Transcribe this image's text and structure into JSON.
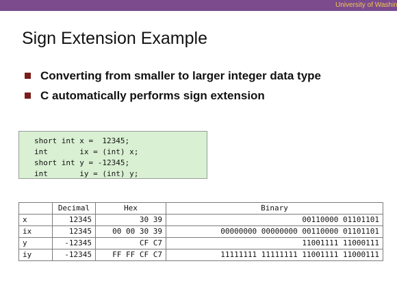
{
  "header": {
    "institution": "University of Washin"
  },
  "slide": {
    "title": "Sign Extension Example",
    "bullets": [
      "Converting from smaller to larger integer data type",
      "C automatically performs sign extension"
    ],
    "code": [
      "short int x =  12345;",
      "int       ix = (int) x;",
      "short int y = -12345;",
      "int       iy = (int) y;"
    ]
  },
  "table": {
    "columns": [
      "",
      "Decimal",
      "Hex",
      "Binary"
    ],
    "rows": [
      {
        "var": "x",
        "decimal": "12345",
        "hex": "30 39",
        "binary": "00110000 01101101"
      },
      {
        "var": "ix",
        "decimal": "12345",
        "hex": "00 00 30 39",
        "binary": "00000000 00000000 00110000 01101101"
      },
      {
        "var": "y",
        "decimal": "-12345",
        "hex": "CF C7",
        "binary": "11001111 11000111"
      },
      {
        "var": "iy",
        "decimal": "-12345",
        "hex": "FF FF CF C7",
        "binary": "11111111 11111111 11001111 11000111"
      }
    ]
  },
  "colors": {
    "header_bar": "#7b4b8e",
    "header_text": "#f2c94c",
    "code_bg": "#d9f0d3",
    "bullet": "#7a1c1c"
  }
}
